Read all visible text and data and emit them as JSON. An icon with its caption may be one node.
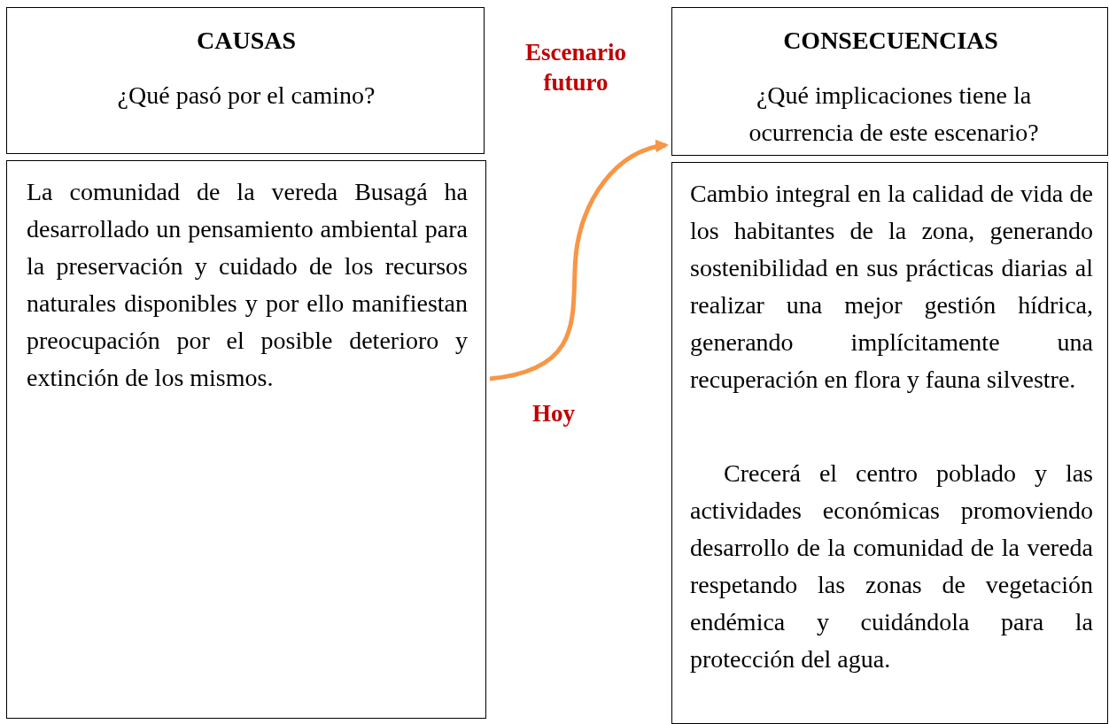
{
  "diagram": {
    "nodes": [
      {
        "text": [
          "CAUSAS",
          "¿Qué pasó por el camino?"
        ]
      },
      {
        "text": [
          "La comunidad de la vereda Busagá ha desarrollado un pensamiento ambiental para la preservación y cuidado de los recursos naturales disponibles y por ello manifiestan preocupación por el posible deterioro y extinción de los mismos."
        ]
      },
      {
        "text": [
          "CONSECUENCIAS",
          "¿Qué implicaciones tiene la ocurrencia de este escenario?"
        ]
      },
      {
        "text": [
          "Cambio integral en la calidad de vida de los habitantes de la zona, generando sostenibilidad en sus prácticas diarias al realizar una mejor gestión hídrica, generando implícitamente una recuperación en flora y fauna silvestre.",
          "Crecerá el centro poblado y las actividades económicas promoviendo desarrollo de la comunidad de la vereda respetando las zonas de vegetación endémica y cuidándola para la protección del agua."
        ]
      }
    ],
    "edges": [
      {
        "from": 1,
        "to": 2,
        "arrow": "to",
        "color": "#f79646"
      }
    ],
    "labels": [
      "Escenario futuro",
      "Hoy"
    ]
  }
}
